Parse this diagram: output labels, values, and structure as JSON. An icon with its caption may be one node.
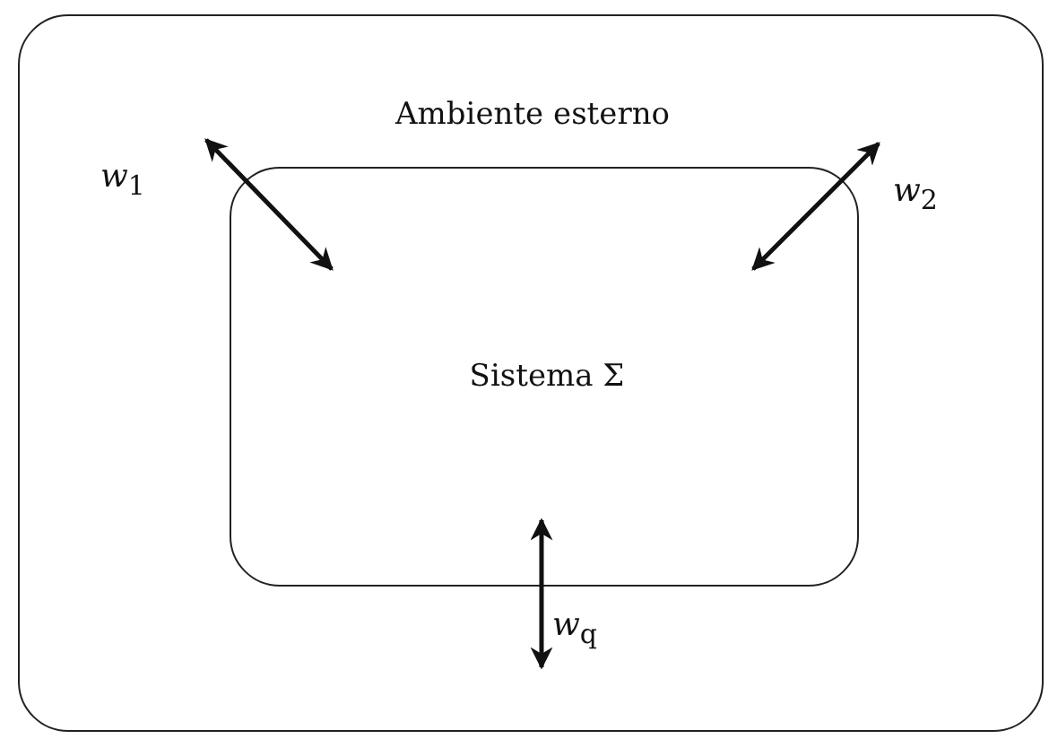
{
  "diagram": {
    "nodes": [
      {
        "text": [
          "Ambiente esterno"
        ]
      },
      {
        "text": [
          "Sistema Σ"
        ],
        "in": 0
      }
    ],
    "edges": [
      {
        "from": null,
        "to": 1,
        "arrow": "both",
        "label": "*w*$_{1}$"
      },
      {
        "from": null,
        "to": 1,
        "arrow": "both",
        "label": "*w*$_{2}$"
      },
      {
        "from": null,
        "to": 1,
        "arrow": "both",
        "label": "*w*$_{q}$"
      }
    ]
  }
}
